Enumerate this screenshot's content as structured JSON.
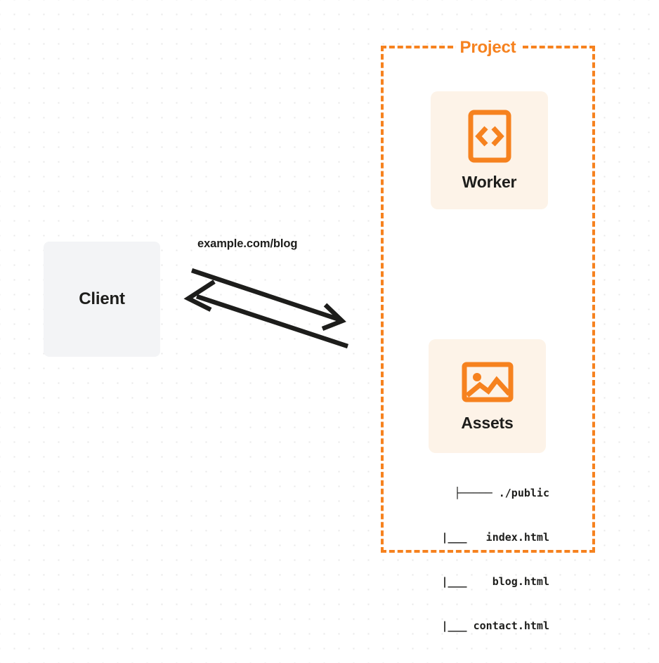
{
  "diagram": {
    "title": "Client to Project request flow",
    "background": {
      "color": "#ffffff",
      "dot_color": "#e8e8e8"
    },
    "accent_color": "#f6821f",
    "card_color": "#fdf3e8",
    "client_color": "#f3f4f6",
    "text_color": "#1d1d1b"
  },
  "client": {
    "label": "Client"
  },
  "connection": {
    "label": "example.com/blog",
    "request_direction": "client-to-project",
    "response_direction": "project-to-client"
  },
  "project": {
    "title": "Project",
    "services": [
      {
        "label": "Worker",
        "icon": "code-brackets-icon"
      },
      {
        "label": "Assets",
        "icon": "image-icon"
      }
    ],
    "file_tree": [
      "├───── ./public",
      "   |___   index.html",
      "   |___    blog.html",
      "   |___ contact.html"
    ]
  }
}
